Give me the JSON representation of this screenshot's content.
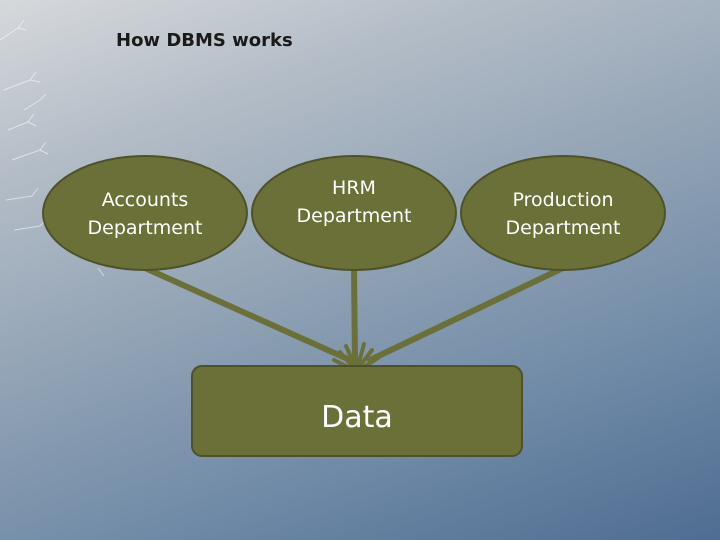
{
  "slide": {
    "title": "How DBMS works"
  },
  "nodes": [
    {
      "line1": "Accounts",
      "line2": "Department"
    },
    {
      "line1": "HRM",
      "line2": "Department"
    },
    {
      "line1": "Production",
      "line2": "Department"
    }
  ],
  "data_box": {
    "label": "Data"
  },
  "colors": {
    "node_fill": "#6b7038",
    "node_stroke": "#4e5229",
    "connector": "#6b7038",
    "text": "#ffffff"
  }
}
